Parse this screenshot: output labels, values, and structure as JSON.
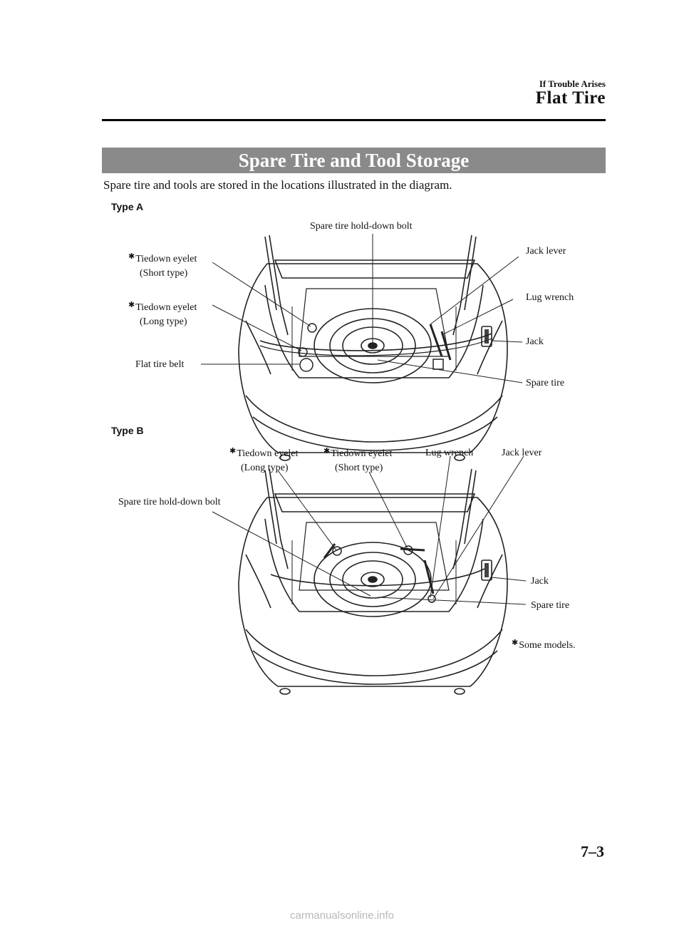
{
  "header": {
    "chapter": "If Trouble Arises",
    "section": "Flat Tire"
  },
  "banner": "Spare Tire and Tool Storage",
  "intro": "Spare tire and tools are stored in the locations illustrated in the diagram.",
  "star_symbol": "✱",
  "type_a": {
    "label": "Type A",
    "hold_down_bolt": "Spare tire hold-down bolt",
    "tiedown_short_1": "Tiedown eyelet",
    "tiedown_short_2": "(Short type)",
    "tiedown_long_1": "Tiedown eyelet",
    "tiedown_long_2": "(Long type)",
    "flat_tire_belt": "Flat tire belt",
    "jack_lever": "Jack lever",
    "lug_wrench": "Lug wrench",
    "jack": "Jack",
    "spare_tire": "Spare tire"
  },
  "type_b": {
    "label": "Type B",
    "tiedown_long_1": "Tiedown eyelet",
    "tiedown_long_2": "(Long type)",
    "tiedown_short_1": "Tiedown eyelet",
    "tiedown_short_2": "(Short type)",
    "lug_wrench": "Lug wrench",
    "jack_lever": "Jack lever",
    "hold_down_bolt": "Spare tire hold-down bolt",
    "jack": "Jack",
    "spare_tire": "Spare tire"
  },
  "footnote": "Some models.",
  "page_number": "7–3",
  "watermark": "carmanualsonline.info"
}
